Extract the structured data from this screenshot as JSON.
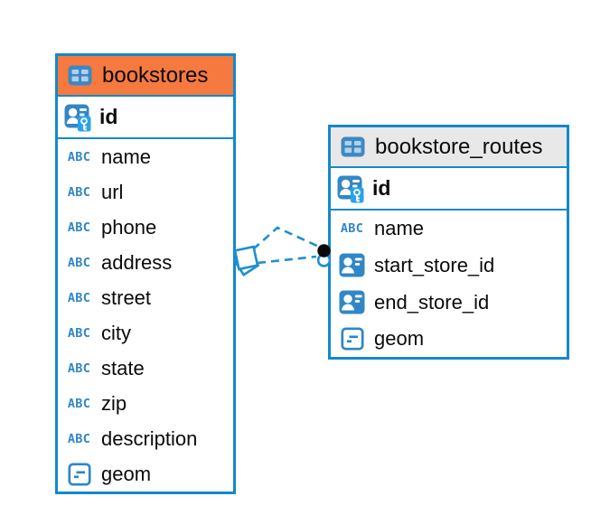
{
  "diagram": {
    "colors": {
      "table_border": "#1489CA",
      "bookstores_header_bg": "#F6793F",
      "routes_header_bg": "#E8E8E8",
      "icon_blue": "#2E86C8",
      "connector_blue": "#1E8FD0",
      "text": "#0A0A0A"
    },
    "icons": {
      "text_type_glyph": "ABC"
    },
    "tables": [
      {
        "name": "bookstores",
        "pk": {
          "label": "id"
        },
        "fields": [
          {
            "label": "name",
            "type": "text"
          },
          {
            "label": "url",
            "type": "text"
          },
          {
            "label": "phone",
            "type": "text"
          },
          {
            "label": "address",
            "type": "text"
          },
          {
            "label": "street",
            "type": "text"
          },
          {
            "label": "city",
            "type": "text"
          },
          {
            "label": "state",
            "type": "text"
          },
          {
            "label": "zip",
            "type": "text"
          },
          {
            "label": "description",
            "type": "text"
          },
          {
            "label": "geom",
            "type": "geometry"
          }
        ]
      },
      {
        "name": "bookstore_routes",
        "pk": {
          "label": "id"
        },
        "fields": [
          {
            "label": "name",
            "type": "text"
          },
          {
            "label": "start_store_id",
            "type": "reference"
          },
          {
            "label": "end_store_id",
            "type": "reference"
          },
          {
            "label": "geom",
            "type": "geometry"
          }
        ]
      }
    ],
    "relationship": {
      "connects": [
        "bookstores",
        "bookstore_routes"
      ],
      "style": "dashed"
    }
  }
}
